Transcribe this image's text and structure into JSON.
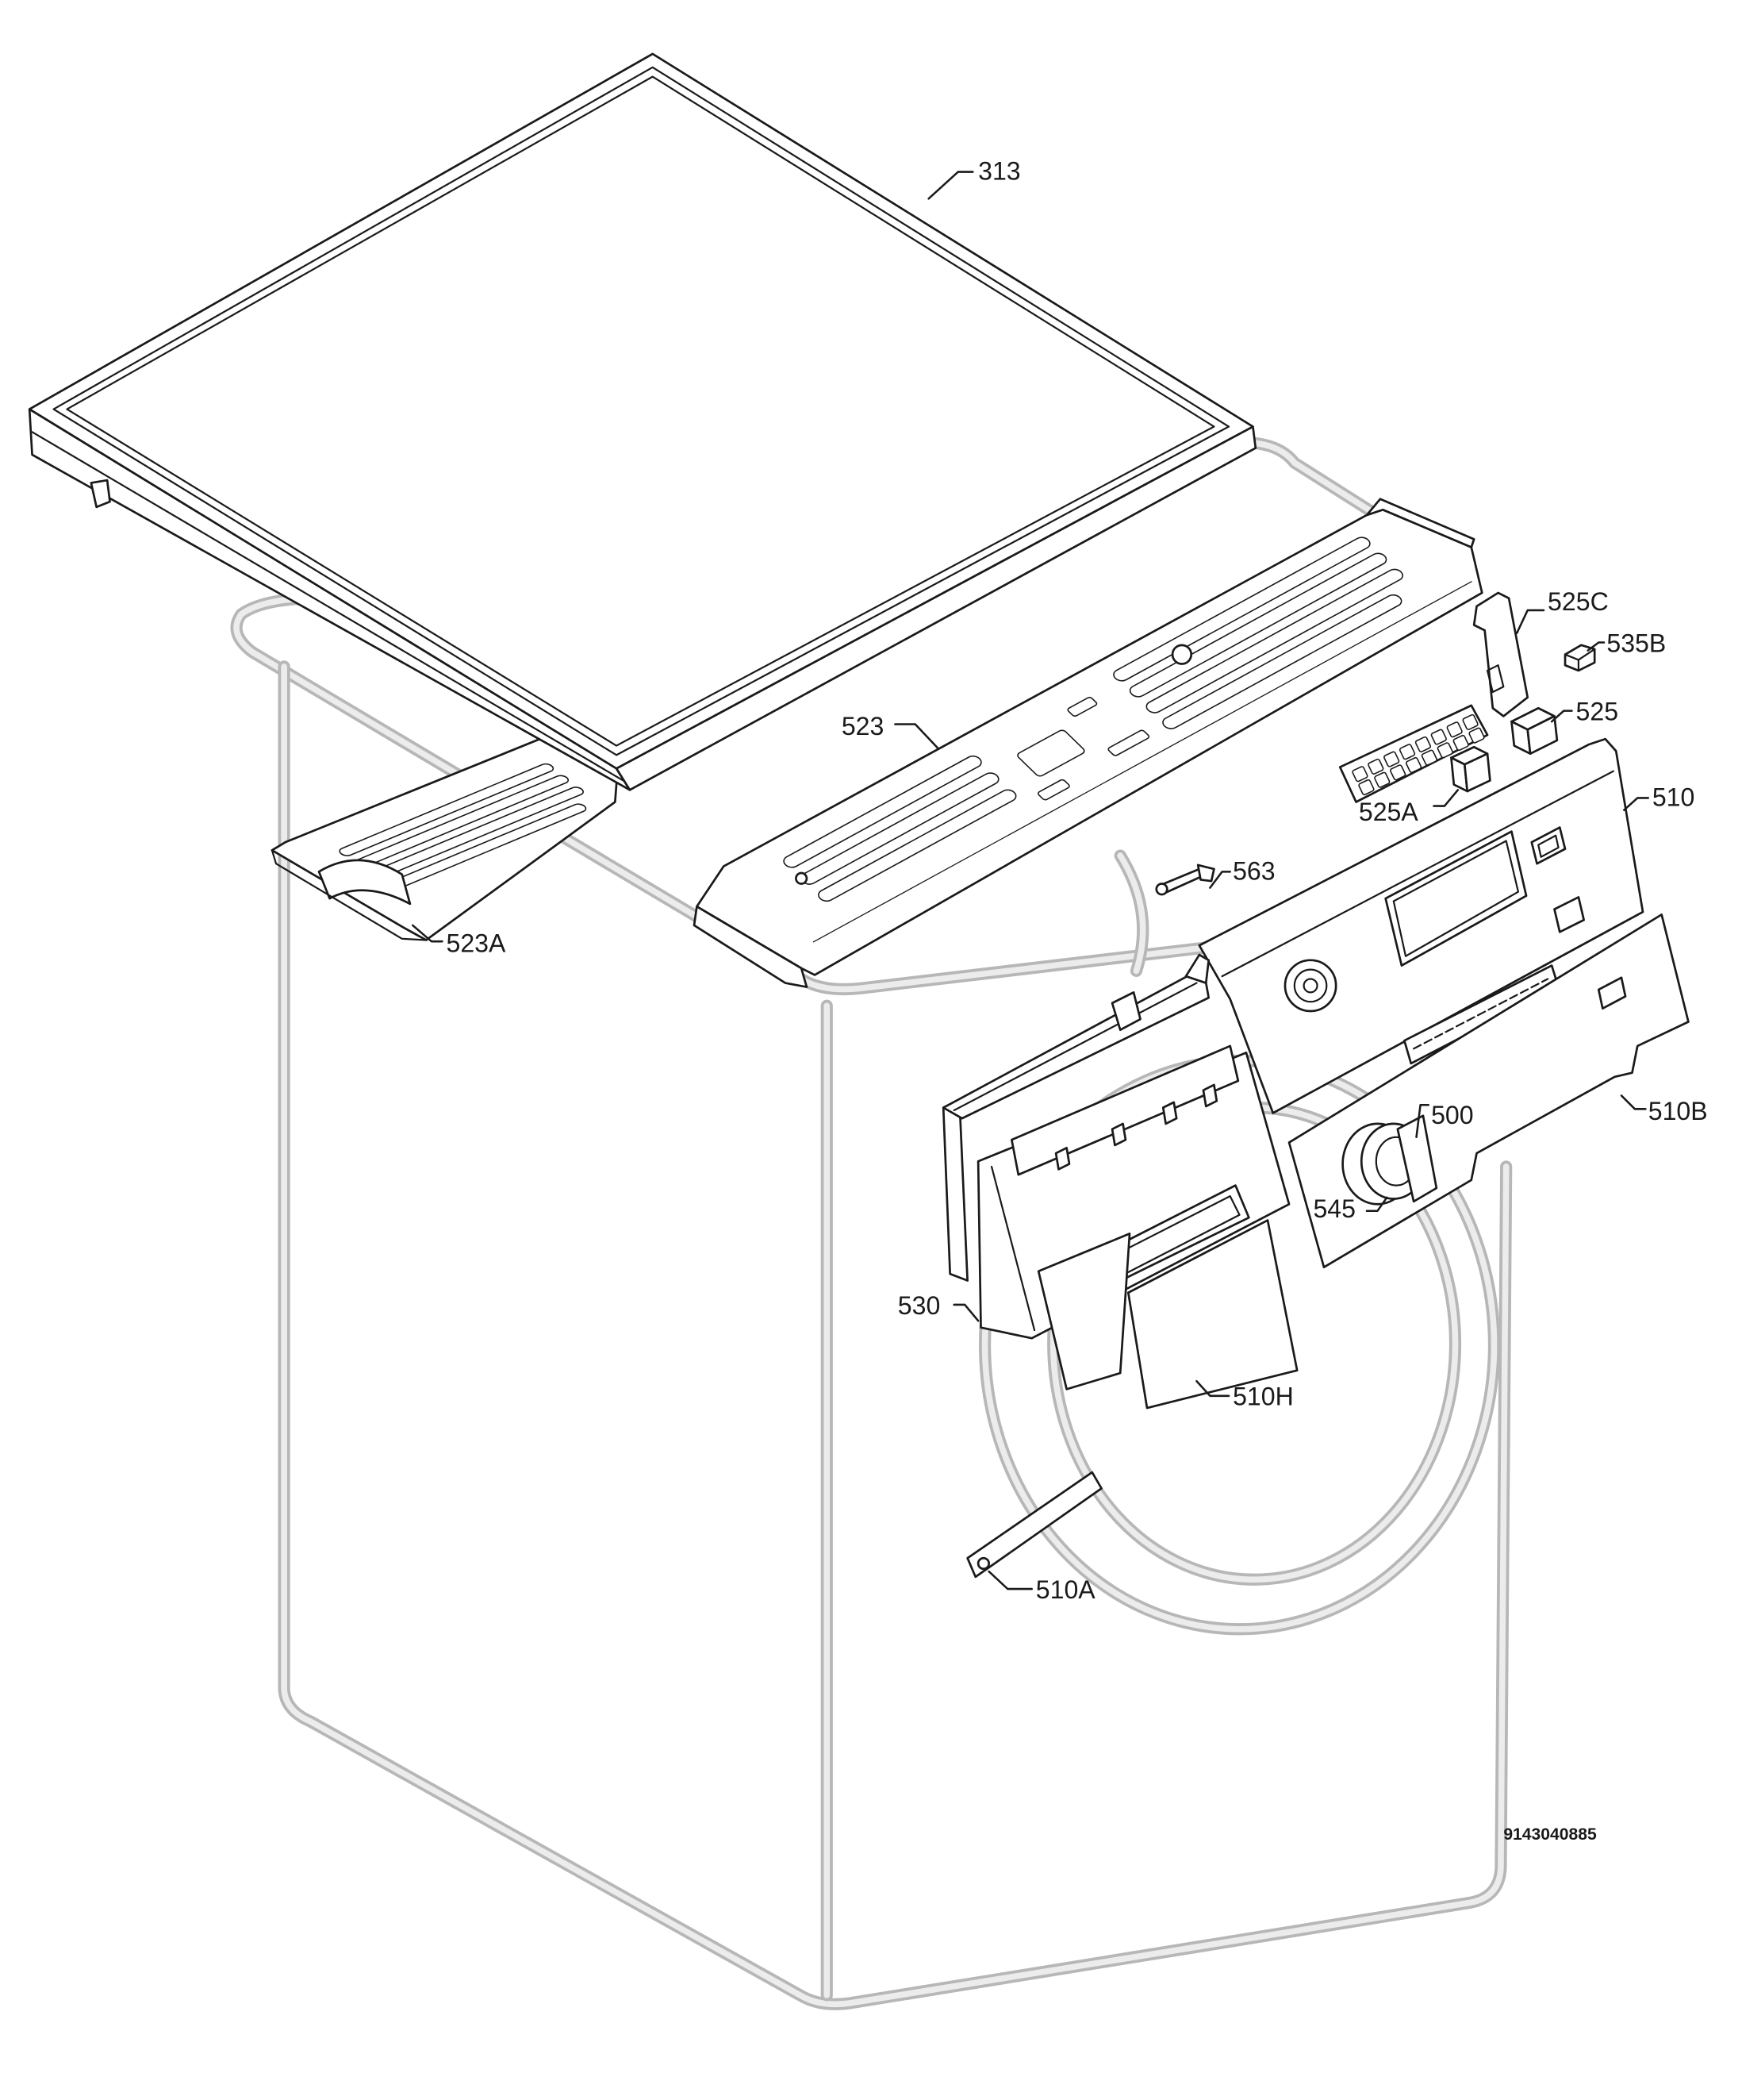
{
  "labels": {
    "l313": "313",
    "l523": "523",
    "l523A": "523A",
    "l525C": "525C",
    "l535B": "535B",
    "l525": "525",
    "l525A": "525A",
    "l510": "510",
    "l563": "563",
    "l500": "500",
    "l510B": "510B",
    "l545": "545",
    "l530": "530",
    "l510H": "510H",
    "l510A": "510A"
  },
  "drawing_number": "9143040885",
  "colors": {
    "line": "#1a1a1a",
    "cabinet_outline": "#b7b7b7",
    "cabinet_inner": "#ececec",
    "background": "#ffffff"
  }
}
